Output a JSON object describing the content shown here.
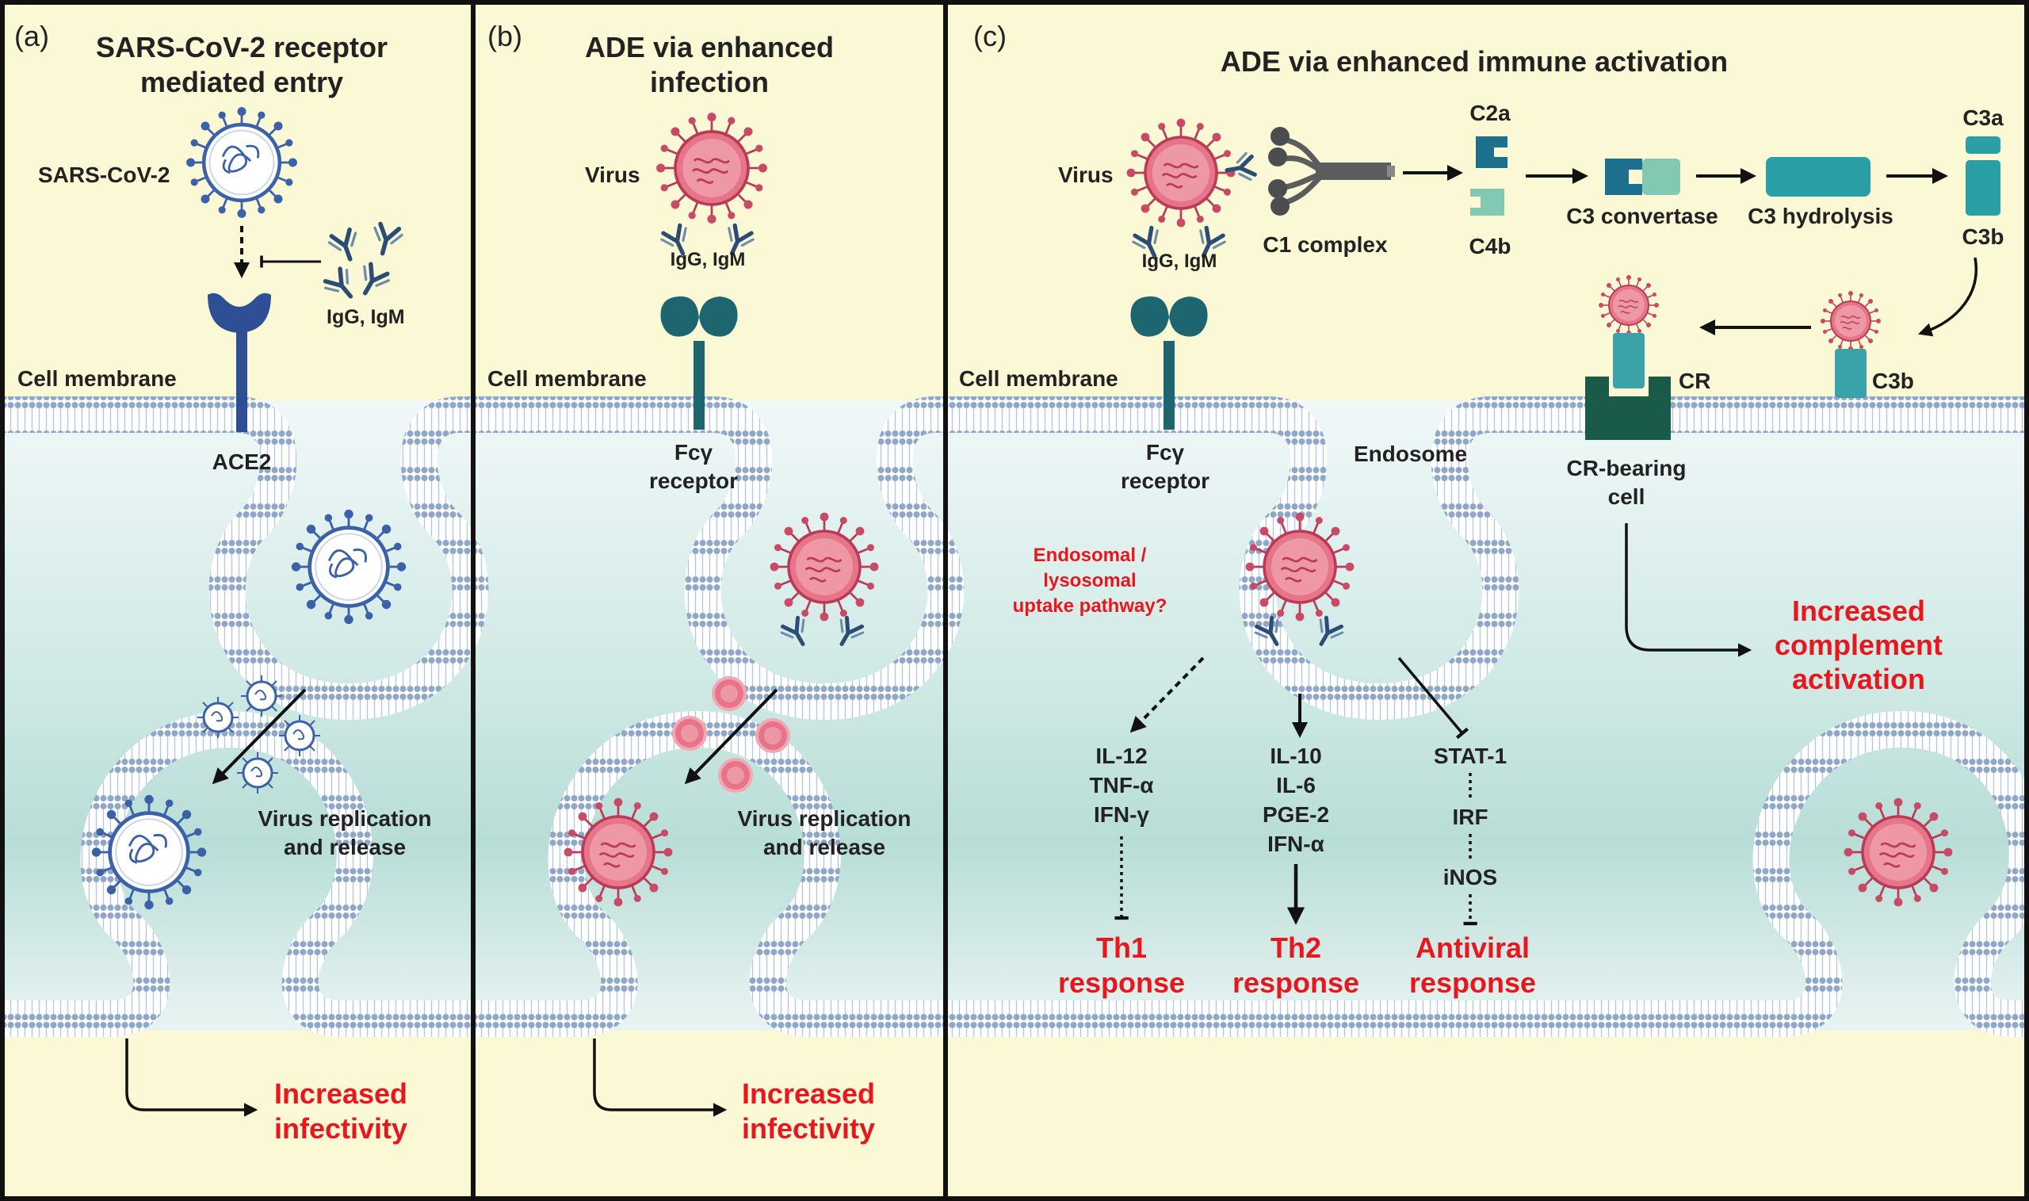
{
  "panels": {
    "a": {
      "tag": "(a)",
      "title": [
        "SARS-CoV-2 receptor",
        "mediated entry"
      ],
      "virus": "SARS-CoV-2",
      "antibody": "IgG, IgM",
      "membrane": "Cell membrane",
      "receptor": "ACE2",
      "replication": [
        "Virus replication",
        "and release"
      ],
      "outcome": [
        "Increased",
        "infectivity"
      ]
    },
    "b": {
      "tag": "(b)",
      "title": [
        "ADE via enhanced",
        "infection"
      ],
      "virus": "Virus",
      "antibody": "IgG, IgM",
      "membrane": "Cell membrane",
      "receptor": [
        "Fcγ",
        "receptor"
      ],
      "replication": [
        "Virus replication",
        "and release"
      ],
      "outcome": [
        "Increased",
        "infectivity"
      ]
    },
    "c": {
      "tag": "(c)",
      "title": "ADE via enhanced immune activation",
      "virus": "Virus",
      "antibody": "IgG, IgM",
      "c1": "C1 complex",
      "c2a": "C2a",
      "c4b": "C4b",
      "c3conv": "C3 convertase",
      "c3hyd": "C3 hydrolysis",
      "c3a": "C3a",
      "c3b_top": "C3b",
      "c3b_bottom": "C3b",
      "cr": "CR",
      "cr_cell": [
        "CR-bearing",
        "cell"
      ],
      "membrane": "Cell membrane",
      "receptor": [
        "Fcγ",
        "receptor"
      ],
      "endosome": "Endosome",
      "pathway": [
        "Endosomal /",
        "lysosomal",
        "uptake pathway?"
      ],
      "th1_cytokines": [
        "IL-12",
        "TNF-α",
        "IFN-γ"
      ],
      "th2_cytokines": [
        "IL-10",
        "IL-6",
        "PGE-2",
        "IFN-α"
      ],
      "antiviral_chain": [
        "STAT-1",
        "IRF",
        "iNOS"
      ],
      "th1": [
        "Th1",
        "response"
      ],
      "th2": [
        "Th2",
        "response"
      ],
      "antiviral": [
        "Antiviral",
        "response"
      ],
      "complement": [
        "Increased",
        "complement",
        "activation"
      ]
    }
  },
  "colors": {
    "background": "#fbf8d6",
    "cytoplasm": "#d3ece6",
    "membrane": "#9ab2d0",
    "sars_virus": "#3b61a8",
    "ade_virus": "#e06a80",
    "receptor_ace2": "#2f4f95",
    "receptor_fc": "#1d6670",
    "complement": "#2aa0a6",
    "highlight": "#e8171e"
  }
}
